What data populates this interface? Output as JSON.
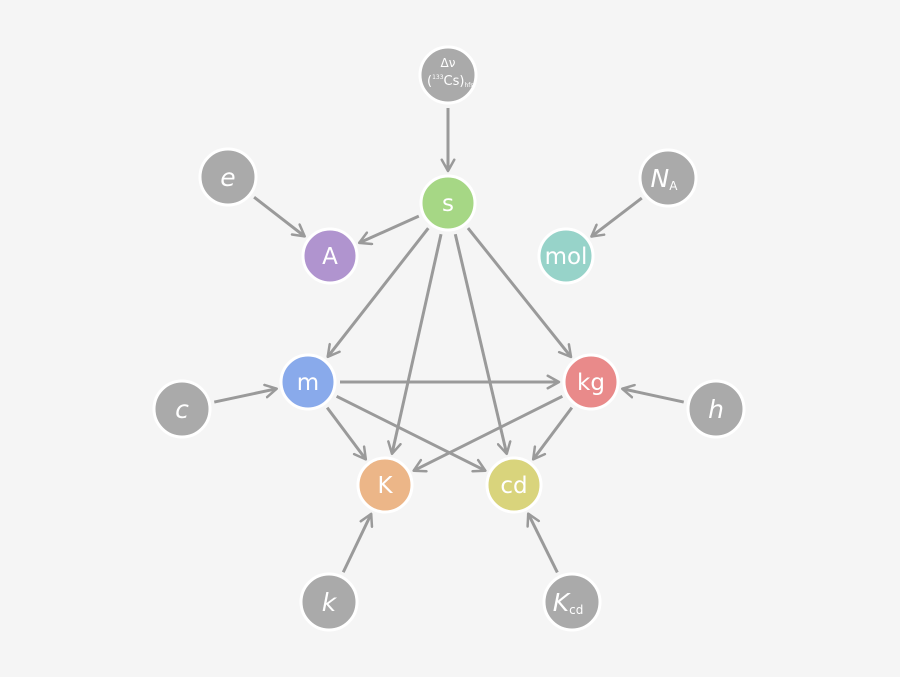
{
  "colors": {
    "background": "#f5f5f5",
    "arrow": "#9a9a9a",
    "constant_node": "#aaaaaa",
    "node_outline": "#ffffff",
    "label_text": "#ffffff"
  },
  "base_units": [
    {
      "id": "s",
      "label": "s",
      "color": "#a6d785"
    },
    {
      "id": "A",
      "label": "A",
      "color": "#b094cf"
    },
    {
      "id": "mol",
      "label": "mol",
      "color": "#97d3c9"
    },
    {
      "id": "m",
      "label": "m",
      "color": "#89aaeb"
    },
    {
      "id": "kg",
      "label": "kg",
      "color": "#e98a8a"
    },
    {
      "id": "K",
      "label": "K",
      "color": "#ecb688"
    },
    {
      "id": "cd",
      "label": "cd",
      "color": "#d9d47c"
    }
  ],
  "constants": [
    {
      "id": "dnu",
      "label_top": "Δν",
      "label_open": "(",
      "label_iso": "133",
      "label_main": "Cs)",
      "label_sub": "hfs"
    },
    {
      "id": "e",
      "label": "e"
    },
    {
      "id": "NA",
      "label": "N",
      "sub": "A"
    },
    {
      "id": "c",
      "label": "c"
    },
    {
      "id": "h",
      "label": "h"
    },
    {
      "id": "k",
      "label": "k"
    },
    {
      "id": "Kcd",
      "label": "K",
      "sub": "cd"
    }
  ],
  "edges": [
    {
      "from": "dnu",
      "to": "s"
    },
    {
      "from": "e",
      "to": "A"
    },
    {
      "from": "s",
      "to": "A"
    },
    {
      "from": "NA",
      "to": "mol"
    },
    {
      "from": "s",
      "to": "m"
    },
    {
      "from": "s",
      "to": "kg"
    },
    {
      "from": "s",
      "to": "K"
    },
    {
      "from": "s",
      "to": "cd"
    },
    {
      "from": "c",
      "to": "m"
    },
    {
      "from": "m",
      "to": "kg"
    },
    {
      "from": "m",
      "to": "K"
    },
    {
      "from": "m",
      "to": "cd"
    },
    {
      "from": "h",
      "to": "kg"
    },
    {
      "from": "kg",
      "to": "K"
    },
    {
      "from": "kg",
      "to": "cd"
    },
    {
      "from": "k",
      "to": "K"
    },
    {
      "from": "Kcd",
      "to": "cd"
    }
  ]
}
